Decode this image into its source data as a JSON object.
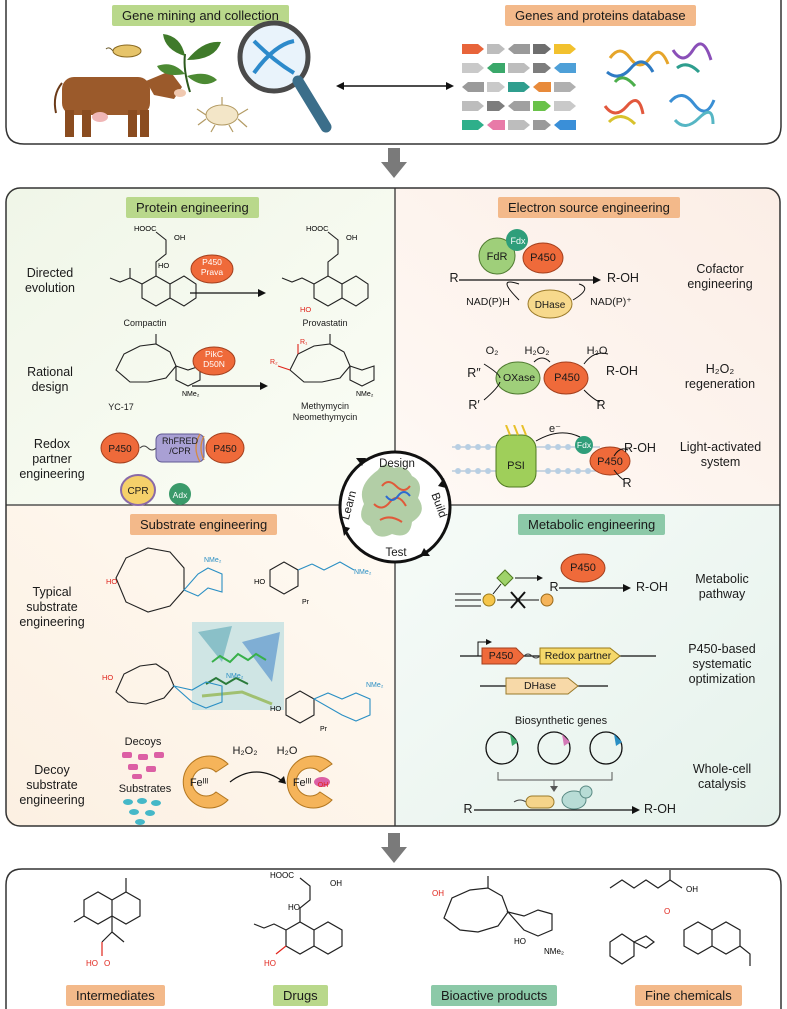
{
  "top": {
    "mining_tag": "Gene mining and collection",
    "database_tag": "Genes and proteins database"
  },
  "protein": {
    "tag": "Protein engineering",
    "directed_evolution": "Directed\nevolution",
    "p450_prava": [
      "P450",
      "Prava"
    ],
    "compactin": "Compactin",
    "provastatin": "Provastatin",
    "rational_design": "Rational\ndesign",
    "pikc": [
      "PikC",
      "D50N"
    ],
    "yc17": "YC-17",
    "methymycin": "Methymycin",
    "neomethymycin": "Neomethymycin",
    "redox_partner": "Redox\npartner\nengineering",
    "p450": "P450",
    "rhfred": [
      "RhFRED",
      "/CPR"
    ],
    "cpr": "CPR",
    "adx": "Adx",
    "hooc": "HOOC",
    "oh": "OH",
    "ho": "HO",
    "nme2": "NMe₂",
    "r1": "R₁",
    "r2": "R₂"
  },
  "electron": {
    "tag": "Electron source engineering",
    "fdr": "FdR",
    "fdx": "Fdx",
    "p450": "P450",
    "r": "R",
    "r_oh": "R-OH",
    "nadph": "NAD(P)H",
    "dhase": "DHase",
    "nadp": "NAD(P)⁺",
    "cofactor": "Cofactor\nengineering",
    "o2": "O₂",
    "h2o2": "H₂O₂",
    "h2o": "H₂O",
    "r2prime": "R″",
    "rprime": "R′",
    "oxase": "OXase",
    "h2o2_regen": "H₂O₂\nregeneration",
    "electron": "e⁻",
    "psi": "PSI",
    "light": "Light-activated\nsystem"
  },
  "cycle": {
    "design": "Design",
    "build": "Build",
    "test": "Test",
    "learn": "Learn"
  },
  "substrate": {
    "tag": "Substrate engineering",
    "typical": "Typical\nsubstrate\nengineering",
    "decoy": "Decoy\nsubstrate\nengineering",
    "decoys": "Decoys",
    "substrates": "Substrates",
    "fe": "Feᴵᴵᴵ",
    "h2o2": "H₂O₂",
    "h2o": "H₂O",
    "nme2": "NMe₂",
    "pr": "Pr",
    "ho": "HO",
    "oh": "OH"
  },
  "metabolic": {
    "tag": "Metabolic engineering",
    "p450": "P450",
    "r": "R",
    "r_oh": "R-OH",
    "pathway": "Metabolic\npathway",
    "redox_partner": "Redox partner",
    "dhase": "DHase",
    "systematic": "P450-based\nsystematic\noptimization",
    "biosynthetic": "Biosynthetic genes",
    "whole_cell": "Whole-cell\ncatalysis"
  },
  "products": {
    "intermediates": "Intermediates",
    "drugs": "Drugs",
    "bioactive": "Bioactive products",
    "fine": "Fine chemicals",
    "hooc": "HOOC",
    "oh": "OH",
    "ho": "HO",
    "o": "O",
    "nme2": "NMe₂"
  },
  "colors": {
    "p450": "#ef6a3a",
    "green_tag": "#b9d88b",
    "orange_tag": "#f3b98a",
    "teal_tag": "#8cc9a8",
    "hydroxyl_red": "#e0241b",
    "blue_mod": "#2a8fc4"
  }
}
